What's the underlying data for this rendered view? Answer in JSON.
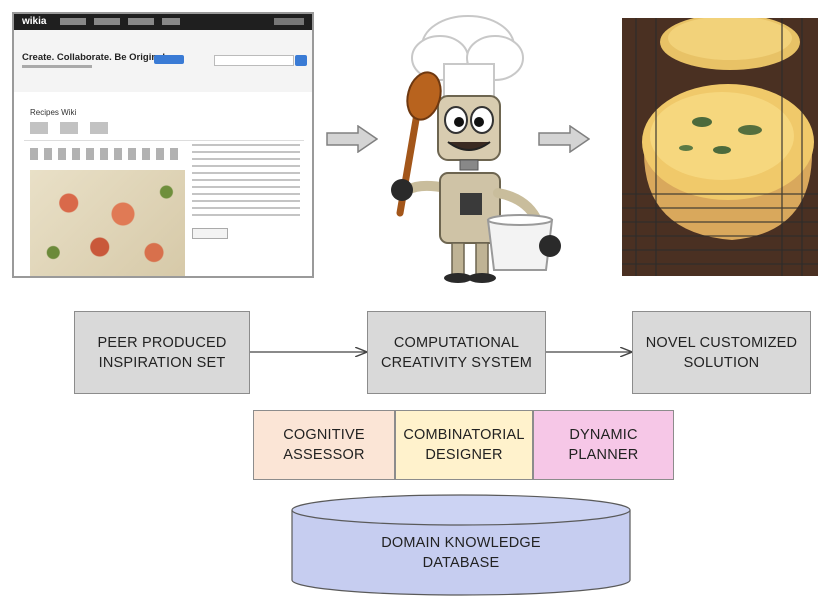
{
  "illustrations": {
    "wiki_screenshot": {
      "logo": "wikia",
      "tagline": "Create. Collaborate. Be Original.",
      "wiki_title": "Recipes Wiki"
    },
    "chef_robot": "chef-robot-with-spoon-and-bowl",
    "dish_photo": "quiche-on-cooling-rack"
  },
  "flow": {
    "input": "PEER PRODUCED\nINSPIRATION SET",
    "system": "COMPUTATIONAL\nCREATIVITY SYSTEM",
    "output": "NOVEL CUSTOMIZED\nSOLUTION"
  },
  "components": [
    {
      "label": "COGNITIVE\nASSESSOR",
      "color": "#fbe5d6"
    },
    {
      "label": "COMBINATORIAL\nDESIGNER",
      "color": "#fff2cc"
    },
    {
      "label": "DYNAMIC\nPLANNER",
      "color": "#f6c7e7"
    }
  ],
  "database": {
    "label": "DOMAIN KNOWLEDGE\nDATABASE",
    "color": "#c6cdf0"
  }
}
